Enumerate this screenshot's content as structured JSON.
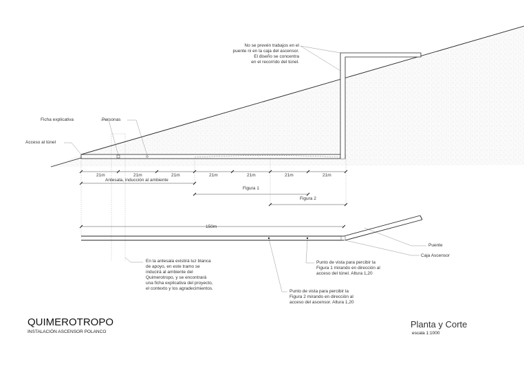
{
  "section": {
    "note_top": [
      "No se prevén trabajos en el",
      "puente ni en la caja del ascensor.",
      "El diseño se concentra",
      "en el recorrido del túnel."
    ],
    "label_ficha": "Ficha explicativa",
    "label_personas": "Personas",
    "label_acceso": "Acceso al túnel",
    "dimensions": [
      "21m",
      "21m",
      "21m",
      "21m",
      "21m",
      "21m",
      "21m"
    ],
    "antesala": "Antesala, inducción al ambiente",
    "figura1": "Figura 1",
    "figura2": "Figura 2"
  },
  "plan": {
    "length": "150m",
    "puente": "Puente",
    "caja": "Caja Ascensor",
    "note_antesala": [
      "En la antesala existirá luz blanca",
      "de apoyo, en este tramo se",
      "inducirá al ambiente del",
      "Quimerotropo, y se encontrará",
      "una ficha explicativa del proyecto,",
      "el contexto y los agradecimientos."
    ],
    "note_fig1": [
      "Punto de vista para percibir la",
      "Figura 1 mirando en dirección al",
      "acceso del túnel. Altura 1,20"
    ],
    "note_fig2": [
      "Punto de vista para percibir la",
      "Figura 2 mirando en dirección al",
      "acceso del ascensor. Altura 1,20"
    ]
  },
  "titleblock": {
    "project": "QUIMEROTROPO",
    "subtitle": "INSTALACIÓN ASCENSOR POLANCO",
    "sheet": "Planta y Corte",
    "scale": "escala 1:1000"
  }
}
